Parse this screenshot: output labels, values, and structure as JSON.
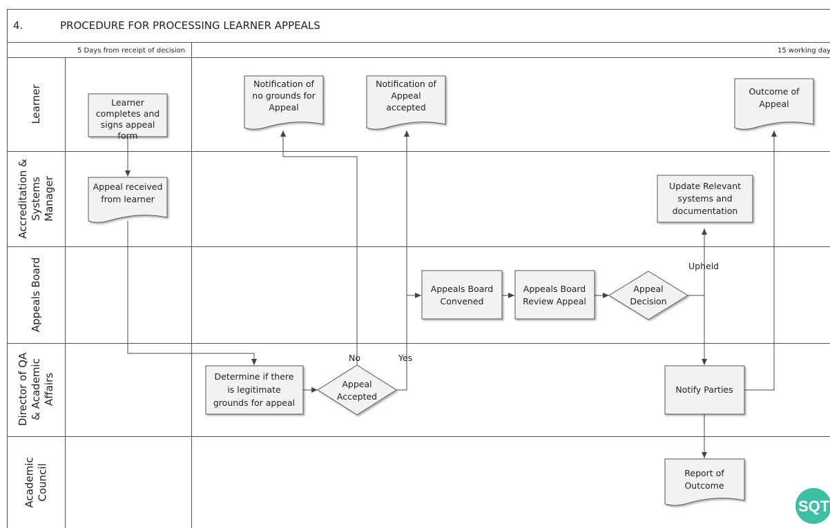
{
  "header": {
    "number": "4.",
    "title": "PROCEDURE FOR PROCESSING LEARNER APPEALS"
  },
  "timeline": {
    "left": "5 Days from receipt of decision",
    "right": "15 working day"
  },
  "lanes": [
    [
      "Learner"
    ],
    [
      "Accreditation &",
      "Systems",
      "Manager"
    ],
    [
      "Appeals Board"
    ],
    [
      "Director of QA",
      "& Academic",
      "Affairs"
    ],
    [
      "Academic",
      "Council"
    ]
  ],
  "nodes": {
    "learner_form": [
      "Learner",
      "completes and",
      "signs appeal",
      "form"
    ],
    "appeal_received": [
      "Appeal received",
      "from learner"
    ],
    "no_grounds": [
      "Notification of",
      "no grounds for",
      "Appeal"
    ],
    "accepted_notice": [
      "Notification of",
      "Appeal",
      "accepted"
    ],
    "outcome": [
      "Outcome of",
      "Appeal"
    ],
    "update_systems": [
      "Update Relevant",
      "systems and",
      "documentation"
    ],
    "board_convened": [
      "Appeals Board",
      "Convened"
    ],
    "board_review": [
      "Appeals Board",
      "Review Appeal"
    ],
    "appeal_decision": [
      "Appeal",
      "Decision"
    ],
    "determine": [
      "Determine if there",
      "is legitimate",
      "grounds for appeal"
    ],
    "appeal_accepted": [
      "Appeal",
      "Accepted"
    ],
    "notify": [
      "Notify Parties"
    ],
    "report": [
      "Report of",
      "Outcome"
    ]
  },
  "edge_labels": {
    "no": "No",
    "yes": "Yes",
    "upheld": "Upheld"
  },
  "logo": {
    "text": "SQT",
    "color": "#3dbfa3"
  },
  "colors": {
    "shape_fill": "#f2f2f2",
    "line": "#444444"
  }
}
